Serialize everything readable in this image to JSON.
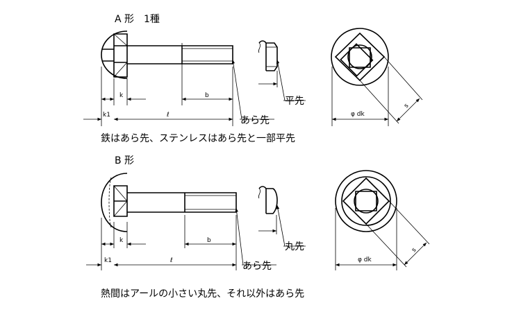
{
  "section_a": {
    "title": "A 形　1種",
    "dim_k1": "k1",
    "dim_k": "k",
    "dim_l": "ℓ",
    "dim_b": "b",
    "label_flat": "平先",
    "label_rough": "あら先",
    "dim_dk": "φ dk",
    "dim_s": "s",
    "note": "鉄はあら先、ステンレスはあら先と一部平先"
  },
  "section_b": {
    "title": "B 形",
    "dim_k1": "k1",
    "dim_k": "k",
    "dim_l": "ℓ",
    "dim_b": "b",
    "label_round": "丸先",
    "label_rough": "あら先",
    "dim_dk": "φ dk",
    "dim_s": "s",
    "note": "熱間はアールの小さい丸先、それ以外はあら先"
  }
}
